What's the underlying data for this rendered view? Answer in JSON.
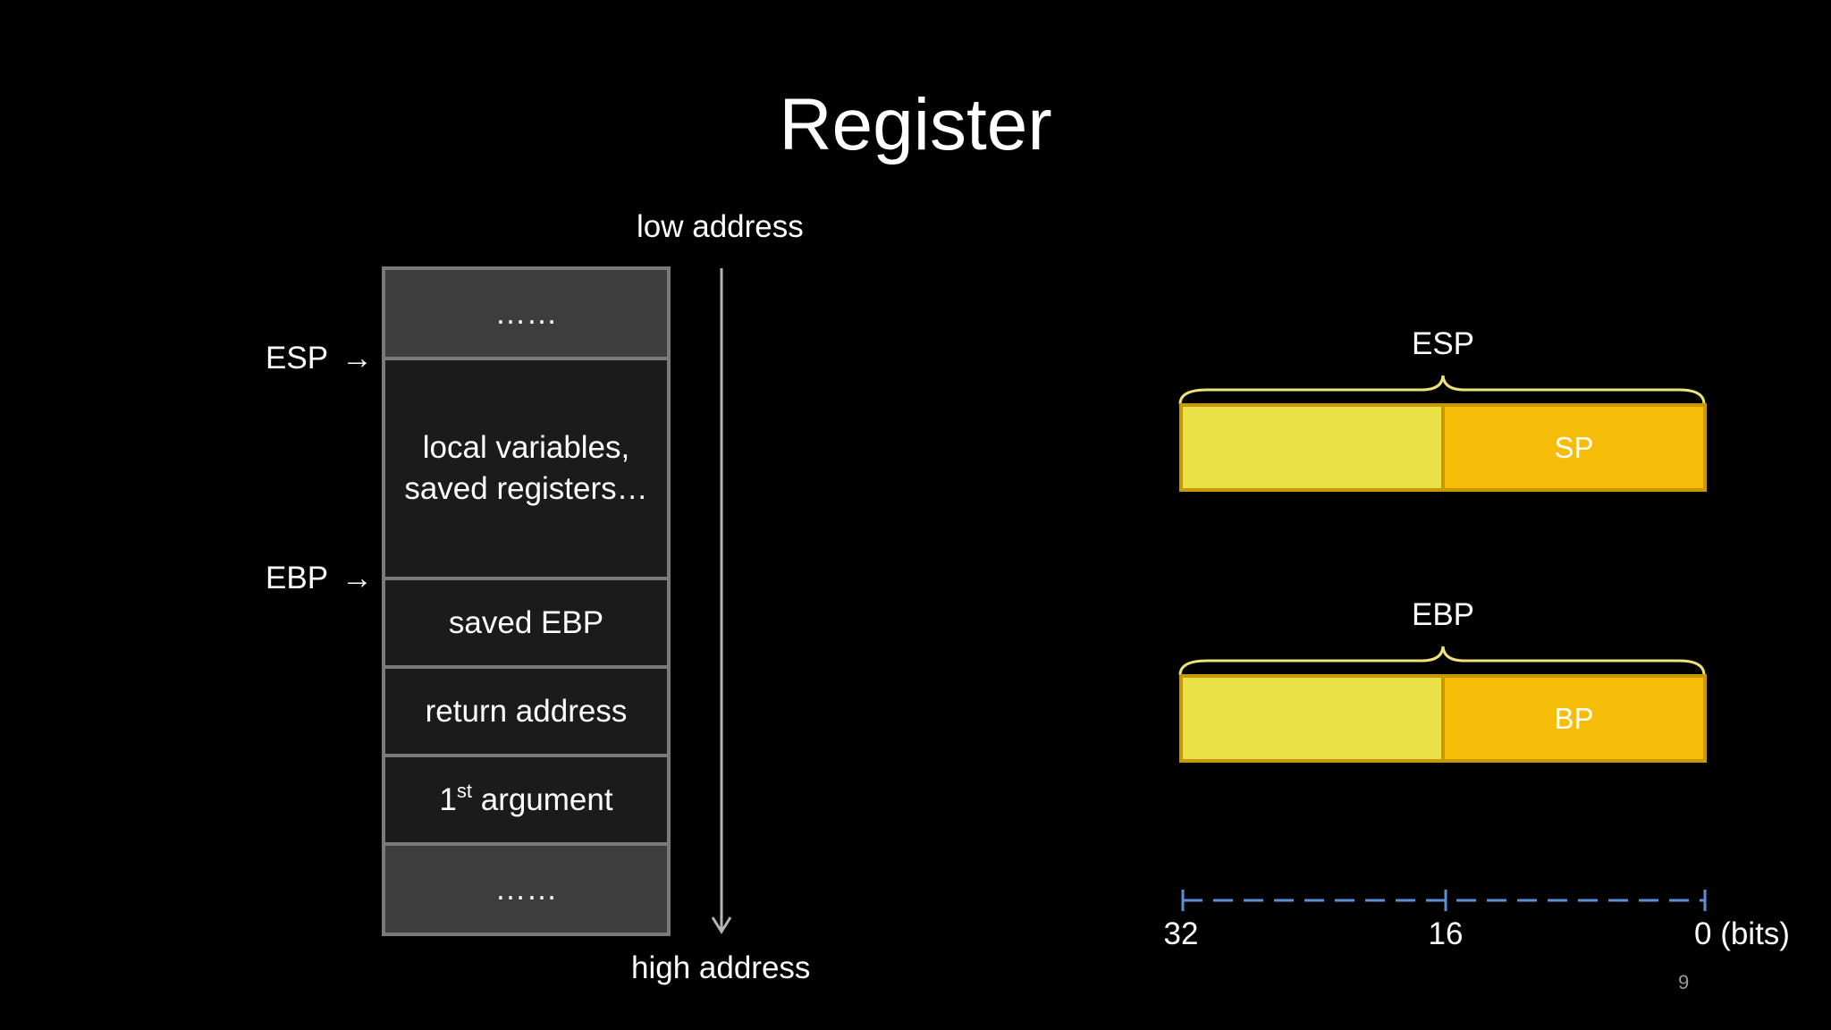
{
  "title": "Register",
  "stack": {
    "low_address_label": "low address",
    "high_address_label": "high address",
    "cells": [
      {
        "text": "……"
      },
      {
        "line1": "local variables,",
        "line2": "saved registers…"
      },
      {
        "text": "saved EBP"
      },
      {
        "text": "return address"
      },
      {
        "prefix": "1",
        "sup": "st",
        "suffix": " argument"
      },
      {
        "text": "……"
      }
    ],
    "pointers": [
      {
        "label": "ESP",
        "arrow": "→"
      },
      {
        "label": "EBP",
        "arrow": "→"
      }
    ]
  },
  "registers": [
    {
      "name": "ESP",
      "low_part": "SP"
    },
    {
      "name": "EBP",
      "low_part": "BP"
    }
  ],
  "bit_scale": {
    "ticks": [
      "32",
      "16",
      "0 (bits)"
    ]
  },
  "page_number": "9",
  "colors": {
    "background": "#000000",
    "upper_half": "#eae047",
    "lower_half": "#f5bd08",
    "bar_border": "#c99a00",
    "brace": "#eee27a",
    "scale": "#5b8fd6",
    "stack_border": "#7a7a7a",
    "cell_light": "#3d3d3d",
    "cell_dark": "#1b1b1b"
  }
}
